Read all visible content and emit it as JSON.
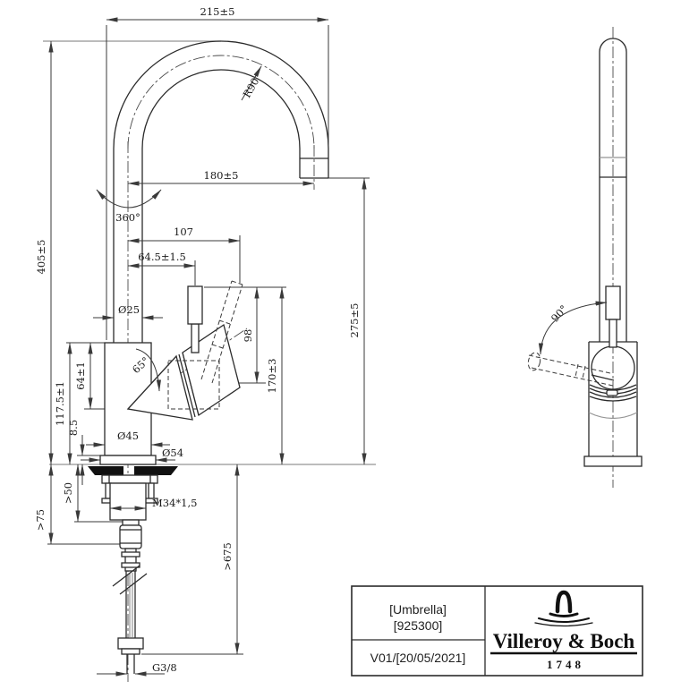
{
  "dims": {
    "spout_width": "215±5",
    "spout_radius": "R90",
    "spout_reach": "180±5",
    "swivel_angle": "360°",
    "total_height": "405±5",
    "lever_offset": "107",
    "cartridge_offset": "64.5±1.5",
    "spout_tube_dia": "Ø25",
    "lever_height": "98",
    "outlet_height": "170±3",
    "lever_tilt_angle": "65°",
    "body_top_to_pivot": "64±1",
    "body_height": "117.5±1",
    "flange_height": "8.5",
    "body_dia": "Ø45",
    "flange_dia": "Ø54",
    "min_clearance_under_deck": ">50",
    "min_clearance_hose_joint": ">75",
    "outlet_to_deck": "275±5",
    "mounting_thread": "M34*1,5",
    "hose_min_length": ">675",
    "hose_connection": "G3/8",
    "side_lever_swing": "90°"
  },
  "title_block": {
    "product_name": "[Umbrella]",
    "article_number": "[925300]",
    "revision": "V01/[20/05/2021]",
    "brand": "Villeroy & Boch",
    "brand_established": "1748"
  },
  "colors": {
    "line": "#2b2b2b",
    "dim_line": "#3a3a3a",
    "light_line": "#949494",
    "background": "#ffffff",
    "counter_section_fill": "#111111"
  }
}
